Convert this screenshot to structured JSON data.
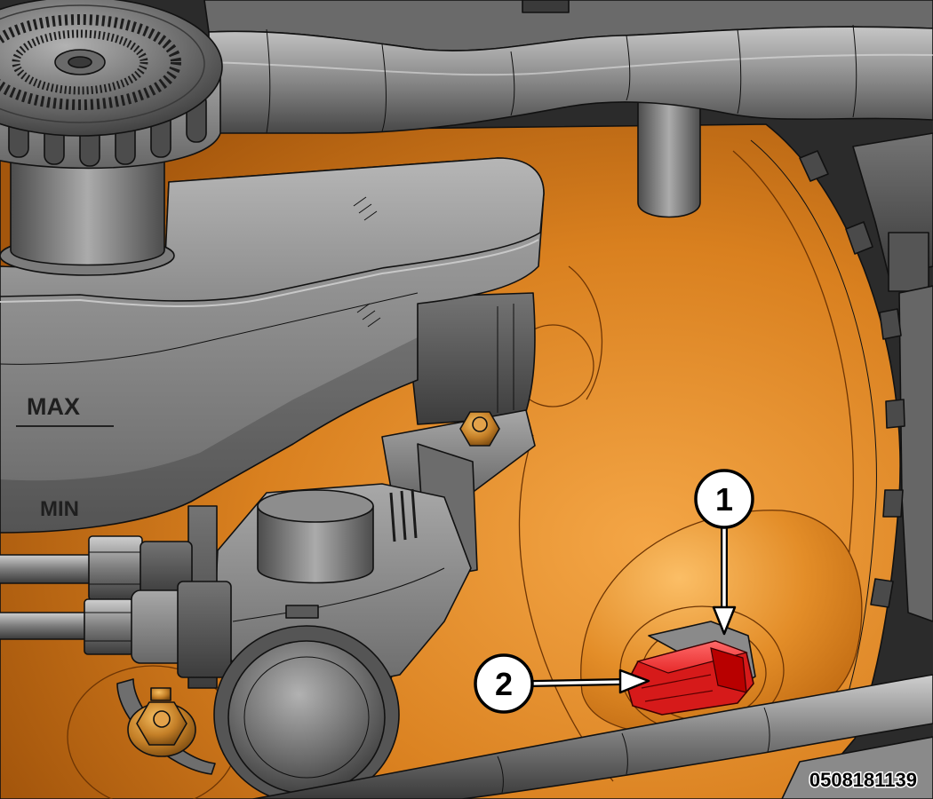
{
  "figure": {
    "figure_id": "0508181139",
    "reservoir": {
      "max_label": "MAX",
      "min_label": "MIN"
    },
    "callouts": [
      {
        "number": "1"
      },
      {
        "number": "2"
      }
    ]
  },
  "colors": {
    "booster_orange": "#D9801F",
    "connector_red": "#D61A1A",
    "callout_fill": "#FFFFFF",
    "outline": "#111111"
  }
}
